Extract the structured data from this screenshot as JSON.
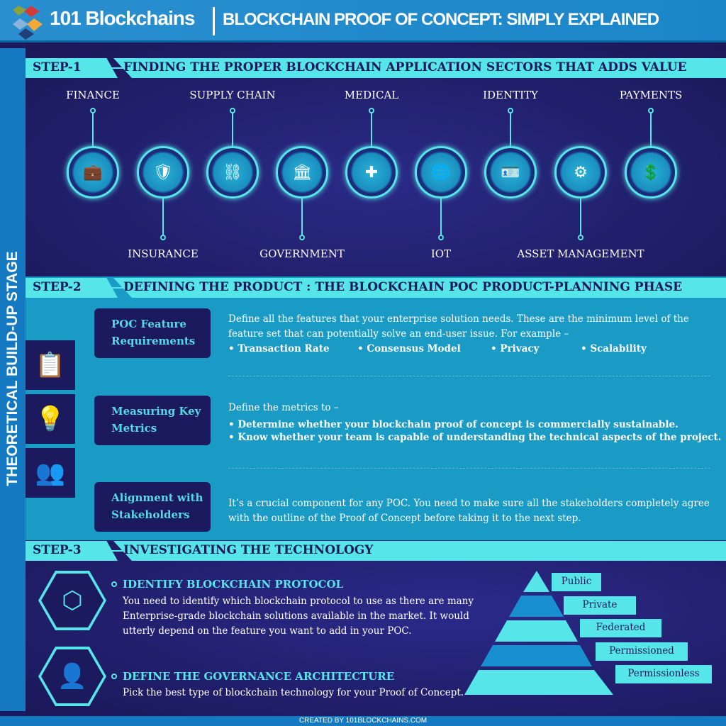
{
  "header": {
    "brand": "101 Blockchains",
    "title": "BLOCKCHAIN PROOF OF CONCEPT: SIMPLY EXPLAINED"
  },
  "sidebar": {
    "label": "THEORETICAL BUILD-UP STAGE"
  },
  "step1": {
    "step": "STEP-1",
    "title": "FINDING THE PROPER BLOCKCHAIN APPLICATION SECTORS THAT ADDS VALUE",
    "sectors": [
      {
        "label": "FINANCE",
        "icon": "briefcase-money-icon",
        "position": "top"
      },
      {
        "label": "INSURANCE",
        "icon": "family-shield-icon",
        "position": "bottom"
      },
      {
        "label": "SUPPLY CHAIN",
        "icon": "network-nodes-icon",
        "position": "top"
      },
      {
        "label": "GOVERNMENT",
        "icon": "capitol-building-icon",
        "position": "bottom"
      },
      {
        "label": "MEDICAL",
        "icon": "medical-cross-icon",
        "position": "top"
      },
      {
        "label": "IOT",
        "icon": "globe-network-icon",
        "position": "bottom"
      },
      {
        "label": "IDENTITY",
        "icon": "id-card-icon",
        "position": "top"
      },
      {
        "label": "ASSET MANAGEMENT",
        "icon": "asset-gears-icon",
        "position": "bottom"
      },
      {
        "label": "PAYMENTS",
        "icon": "hand-dollar-icon",
        "position": "top"
      }
    ]
  },
  "step2": {
    "step": "STEP-2",
    "title": "DEFINING THE PRODUCT : THE BLOCKCHAIN POC PRODUCT-PLANNING PHASE",
    "items": [
      {
        "title_1": "POC Feature",
        "title_2": "Requirements",
        "icon": "clipboard-check-icon",
        "text": "Define all the features that your enterprise solution needs. These are the minimum level of the feature set that can potentially solve an end-user issue. For example –",
        "bullets": [
          "• Transaction Rate",
          "• Consensus Model",
          "• Privacy",
          "• Scalability"
        ]
      },
      {
        "title_1": "Measuring Key",
        "title_2": "Metrics",
        "icon": "person-idea-icon",
        "text": "Define the metrics to –",
        "bullets": [
          "• Determine whether your blockchain proof of concept is commercially sustainable.",
          "• Know whether your team is capable of understanding the technical aspects of the project."
        ]
      },
      {
        "title_1": "Alignment with",
        "title_2": "Stakeholders",
        "icon": "people-exchange-icon",
        "text": "It’s a crucial component for any POC. You need to make sure all the stakeholders completely agree with the outline of the Proof of Concept before taking it to the next step."
      }
    ]
  },
  "step3": {
    "step": "STEP-3",
    "title": "INVESTIGATING THE TECHNOLOGY",
    "items": [
      {
        "title": "IDENTIFY BLOCKCHAIN PROTOCOL",
        "icon": "cube-network-icon",
        "text": "You need to identify which blockchain protocol to use as there are many Enterprise-grade blockchain solutions available in the market. It would utterly depend on the feature you want to add in your POC."
      },
      {
        "title": "DEFINE THE GOVERNANCE ARCHITECTURE",
        "icon": "person-circuit-icon",
        "text": "Pick the best type of blockchain technology for your Proof of Concept."
      }
    ],
    "pyramid": [
      "Public",
      "Private",
      "Federated",
      "Permissioned",
      "Permissionless"
    ]
  },
  "footer": {
    "credit": "CREATED BY 101BLOCKCHAINS.COM"
  },
  "colors": {
    "navy": "#1c1a5e",
    "cyan": "#56e6ea",
    "blue": "#1a9bc6",
    "header": "#1a86c8"
  }
}
